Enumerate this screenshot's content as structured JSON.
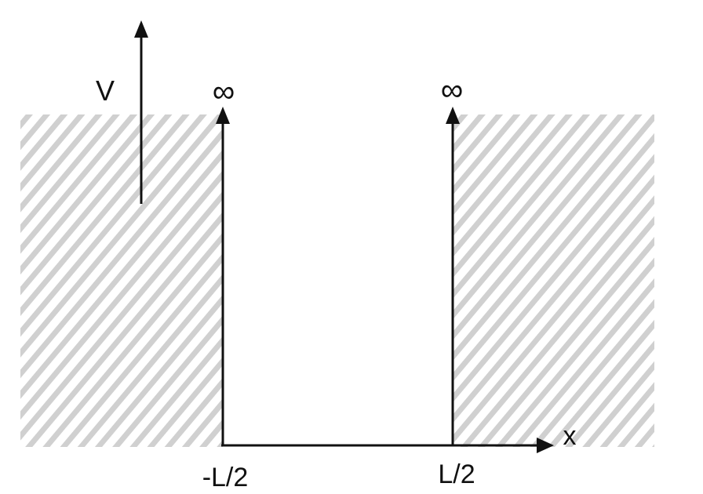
{
  "diagram": {
    "v_axis_label": "V",
    "x_axis_label": "x",
    "left_wall_label": "∞",
    "right_wall_label": "∞",
    "left_wall_position": "-L/2",
    "right_wall_position": "L/2"
  },
  "colors": {
    "line": "#111111",
    "hatch": "#c8c8c8",
    "background": "#ffffff"
  }
}
